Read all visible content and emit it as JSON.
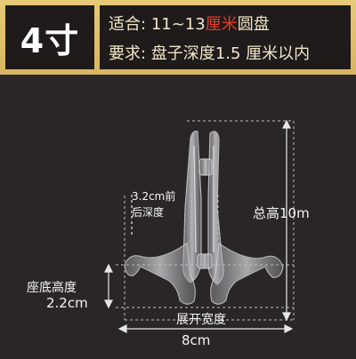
{
  "header": {
    "size_label": "4寸",
    "fit_label": "适合:",
    "fit_range": "11~13",
    "fit_unit": "厘米",
    "fit_item": "圆盘",
    "require_label": "要求:",
    "require_text": "盘子深度1.5 厘米以内"
  },
  "annotations": {
    "front_back_depth_line1": "3.2cm前",
    "front_back_depth_line2": "后深度",
    "total_height": "总高10m",
    "base_height_label": "座底高度",
    "base_height_value": "2.2cm",
    "spread_width_label": "展开宽度",
    "spread_width_value": "8cm"
  },
  "colors": {
    "background": "#2a2627",
    "header_gold": "#e0c06a",
    "header_box": "#1f1b1b",
    "accent_red": "#e23a2a"
  }
}
